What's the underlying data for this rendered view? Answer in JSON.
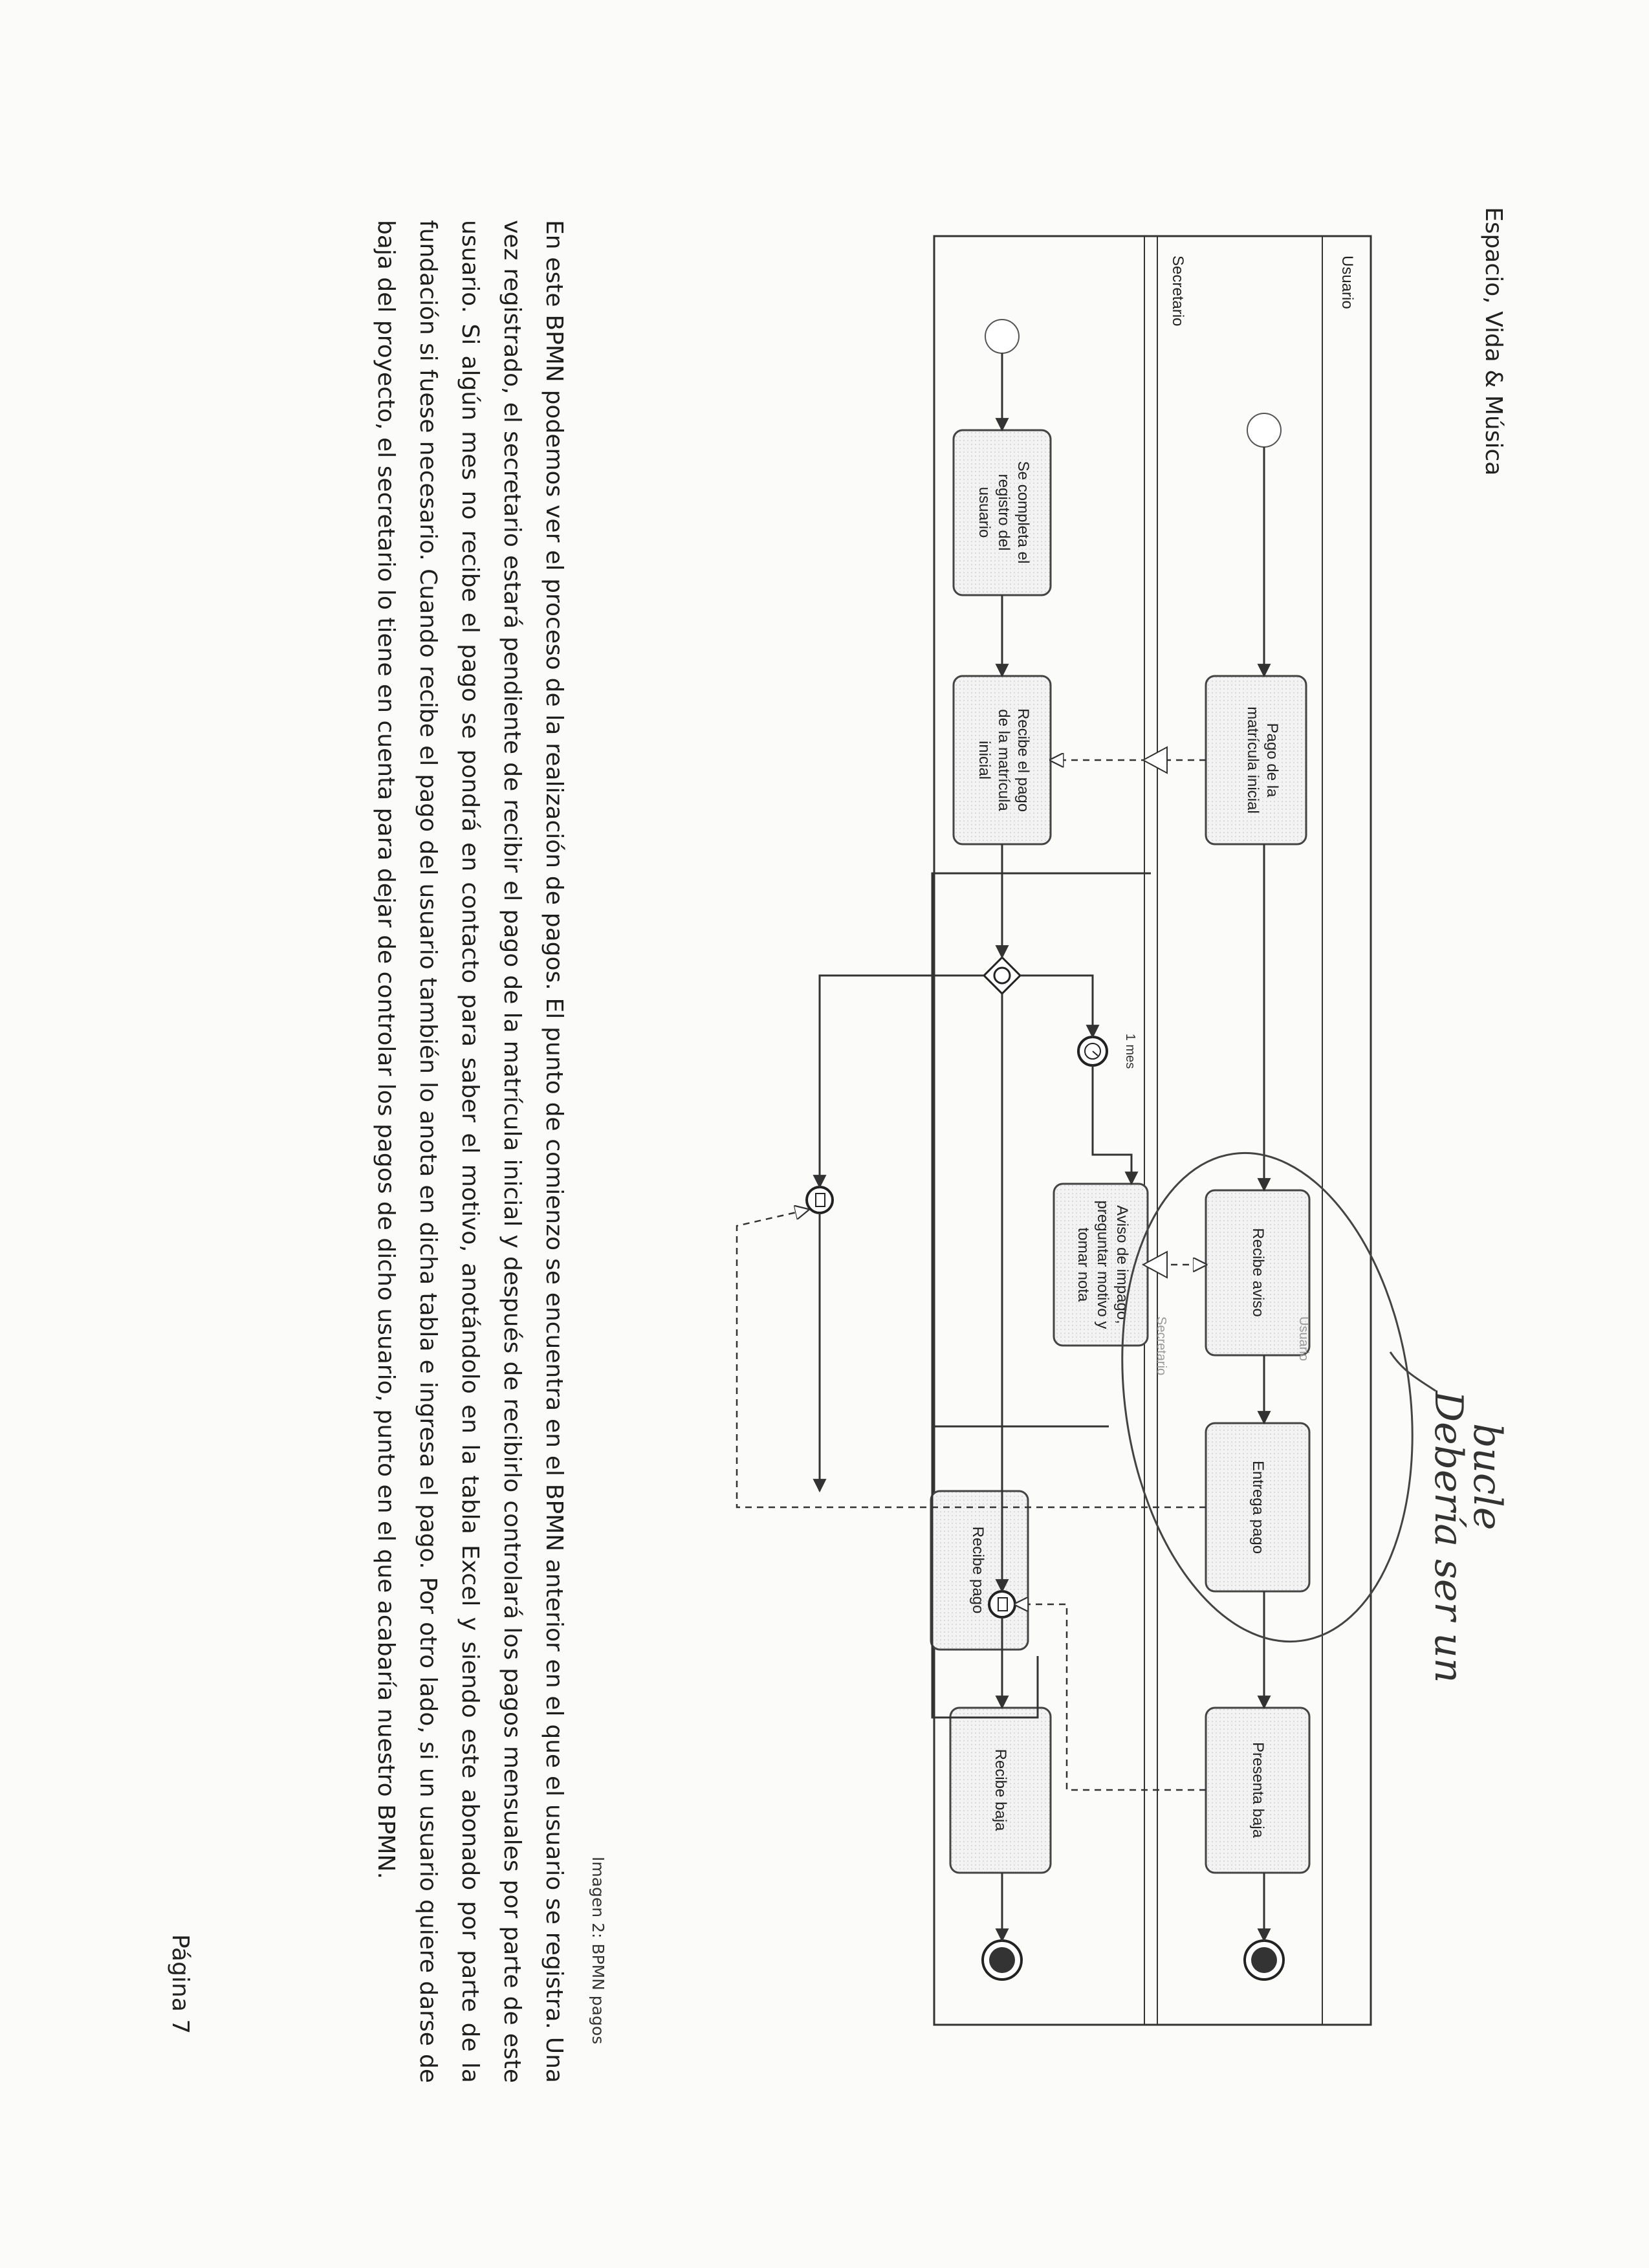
{
  "header": {
    "title": "Espacio, Vida & Música"
  },
  "diagram": {
    "lanes": [
      "Usuario",
      "Secretario"
    ],
    "user_tasks": {
      "t1": [
        "Pago de la",
        "matrícula inicial"
      ],
      "t2": [
        "Recibe aviso"
      ],
      "t3": [
        "Entrega pago"
      ],
      "t4": [
        "Presenta baja"
      ]
    },
    "secretary_tasks": {
      "s1": [
        "Se completa el",
        "registro del",
        "usuario"
      ],
      "s2": [
        "Recibe el pago",
        "de la matrícula",
        "inicial"
      ],
      "s3": [
        "Aviso de impago,",
        "preguntar motivo y",
        "tomar nota"
      ],
      "s4": [
        "Recibe pago"
      ],
      "s5": [
        "Recibe baja"
      ]
    },
    "timer_label": "1 mes",
    "ghost_labels": [
      "Usuario",
      "Secretario"
    ]
  },
  "annotation": {
    "line1": "Debería ser un",
    "line2": "bucle"
  },
  "caption": "Imagen 2: BPMN pagos",
  "body": "En este BPMN podemos ver el proceso de la realización de pagos. El punto de comienzo se encuentra en el BPMN anterior en el que el usuario se registra. Una vez registrado, el secretario estará pendiente de recibir el pago de la matrícula inicial y después de recibirlo controlará los pagos mensuales por parte de este usuario. Si algún mes no recibe el pago se pondrá en contacto para saber el motivo, anotándolo en la tabla Excel y siendo este abonado por parte de la fundación si fuese necesario. Cuando recibe el pago del usuario también lo anota en dicha tabla e ingresa el pago. Por otro lado, si un usuario quiere darse de baja del proyecto, el secretario lo tiene en cuenta para dejar de controlar los pagos de dicho usuario, punto en el que acabaría nuestro BPMN.",
  "footer": {
    "page": "Página 7"
  }
}
